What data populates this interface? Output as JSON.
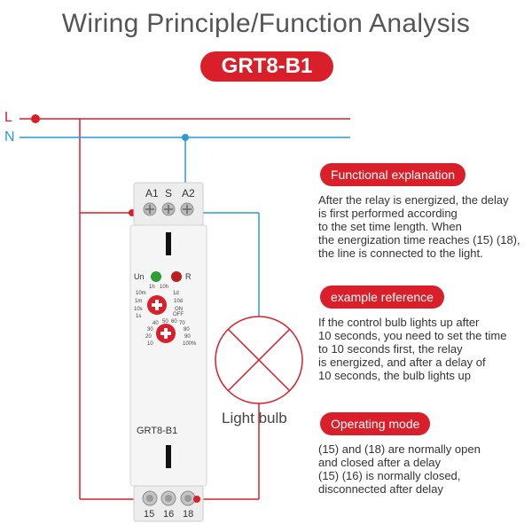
{
  "title": "Wiring Principle/Function Analysis",
  "model": "GRT8-B1",
  "lines": {
    "live": "L",
    "neutral": "N"
  },
  "device": {
    "top_terminals": [
      "A1",
      "S",
      "A2"
    ],
    "bottom_terminals": [
      "15",
      "16",
      "18"
    ],
    "led_labels": [
      "Un",
      "R"
    ],
    "range_labels": [
      "1h",
      "10h",
      "10m",
      "1d",
      "1m",
      "10d",
      "10s",
      "ON",
      "1s",
      "OFF"
    ],
    "percent_labels": [
      "40",
      "50",
      "60",
      "70",
      "30",
      "80",
      "20",
      "90",
      "10",
      "100%"
    ],
    "label": "GRT8-B1"
  },
  "lamp_label": "Light bulb",
  "sections": [
    {
      "title": "Functional explanation",
      "lines": [
        "After the relay is energized, the delay",
        "is first performed according",
        "to the set time length. When",
        "the energization time reaches (15) (18),",
        "the line is connected to the light."
      ]
    },
    {
      "title": "example reference",
      "lines": [
        "If the control bulb lights up after",
        "10 seconds, you need to set the time",
        "to 10 seconds first, the relay",
        "is energized, and after a delay of",
        "10 seconds, the bulb lights up"
      ]
    },
    {
      "title": "Operating mode",
      "lines": [
        "(15) and (18) are normally open",
        "and closed after a delay",
        "(15) (16) is normally closed,",
        "disconnected after delay"
      ]
    }
  ],
  "colors": {
    "live": "#d81f2a",
    "neutral": "#2a9ad8",
    "accent": "#d81f2a"
  }
}
